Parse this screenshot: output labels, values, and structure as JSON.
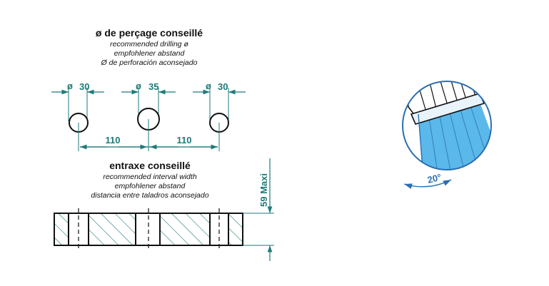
{
  "drilling": {
    "title": "ø de perçage conseillé",
    "lines": [
      "recommended drilling ø",
      "empfohlener abstand",
      "Ø de perforación aconsejado"
    ]
  },
  "diameters": {
    "symbol": "ø",
    "values": [
      "30",
      "35",
      "30"
    ]
  },
  "spacing": {
    "left": "110",
    "right": "110"
  },
  "interval": {
    "title": "entraxe conseillé",
    "lines": [
      "recommended interval width",
      "empfohlener abstand",
      "distancia entre taladros aconsejado"
    ]
  },
  "height_label": "59 Maxi",
  "angle_label": "20°",
  "colors": {
    "dimension": "#1f7a78",
    "line": "#111111",
    "spray": "#5bb8ea",
    "spray_light": "#9fd6f3",
    "angle": "#2a6fb0",
    "circle_stroke": "#2a6fb0"
  }
}
